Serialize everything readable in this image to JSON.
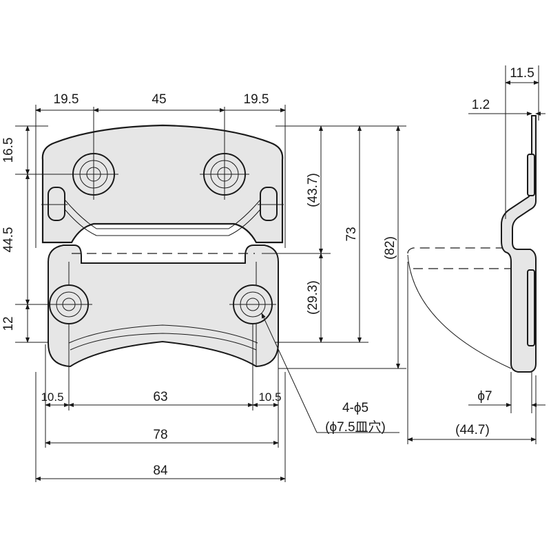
{
  "labels": {
    "top_left": "19.5",
    "top_center": "45",
    "top_right": "19.5",
    "left_a": "16.5",
    "left_b": "44.5",
    "left_c": "12",
    "right_a": "(43.7)",
    "right_b": "(29.3)",
    "right_c": "73",
    "right_d": "(82)",
    "bottom_left": "10.5",
    "bottom_center": "63",
    "bottom_right": "10.5",
    "width_78": "78",
    "width_84": "84",
    "holes_count": "4-ϕ5",
    "holes_countersink": "(ϕ7.5皿穴)",
    "side_top": "11.5",
    "side_thickness": "1.2",
    "side_dia": "ϕ7",
    "side_reach": "(44.7)"
  }
}
